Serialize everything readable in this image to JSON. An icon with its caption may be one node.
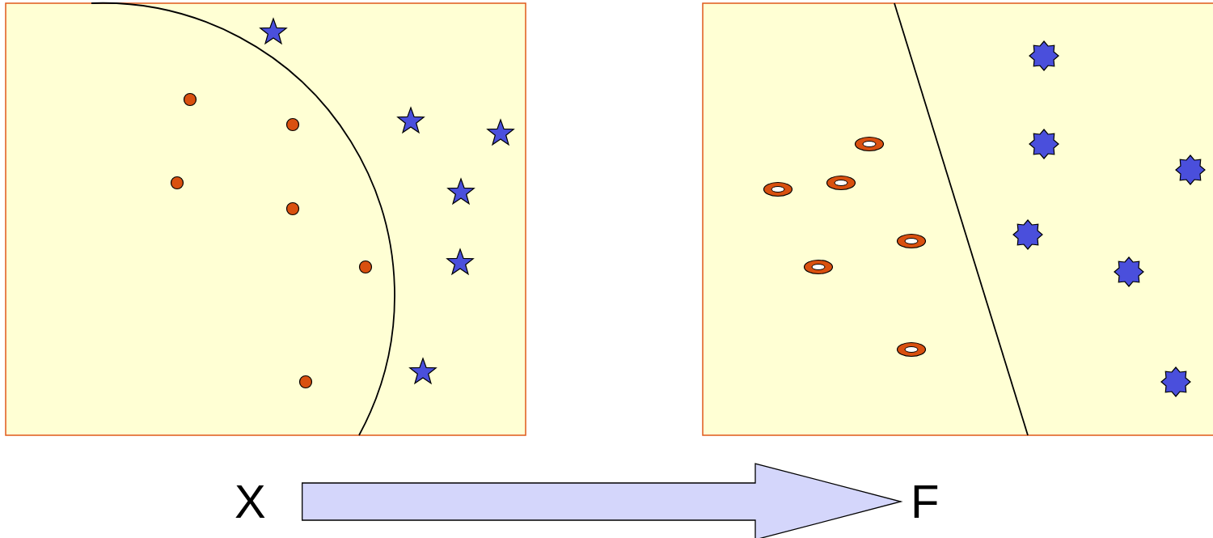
{
  "diagram": {
    "nodes": [
      {
        "text": [
          "X"
        ]
      },
      {
        "text": [
          "F"
        ]
      }
    ],
    "edges": [
      {
        "from": 0,
        "to": 1,
        "arrow": "to",
        "style": "thick"
      }
    ]
  }
}
